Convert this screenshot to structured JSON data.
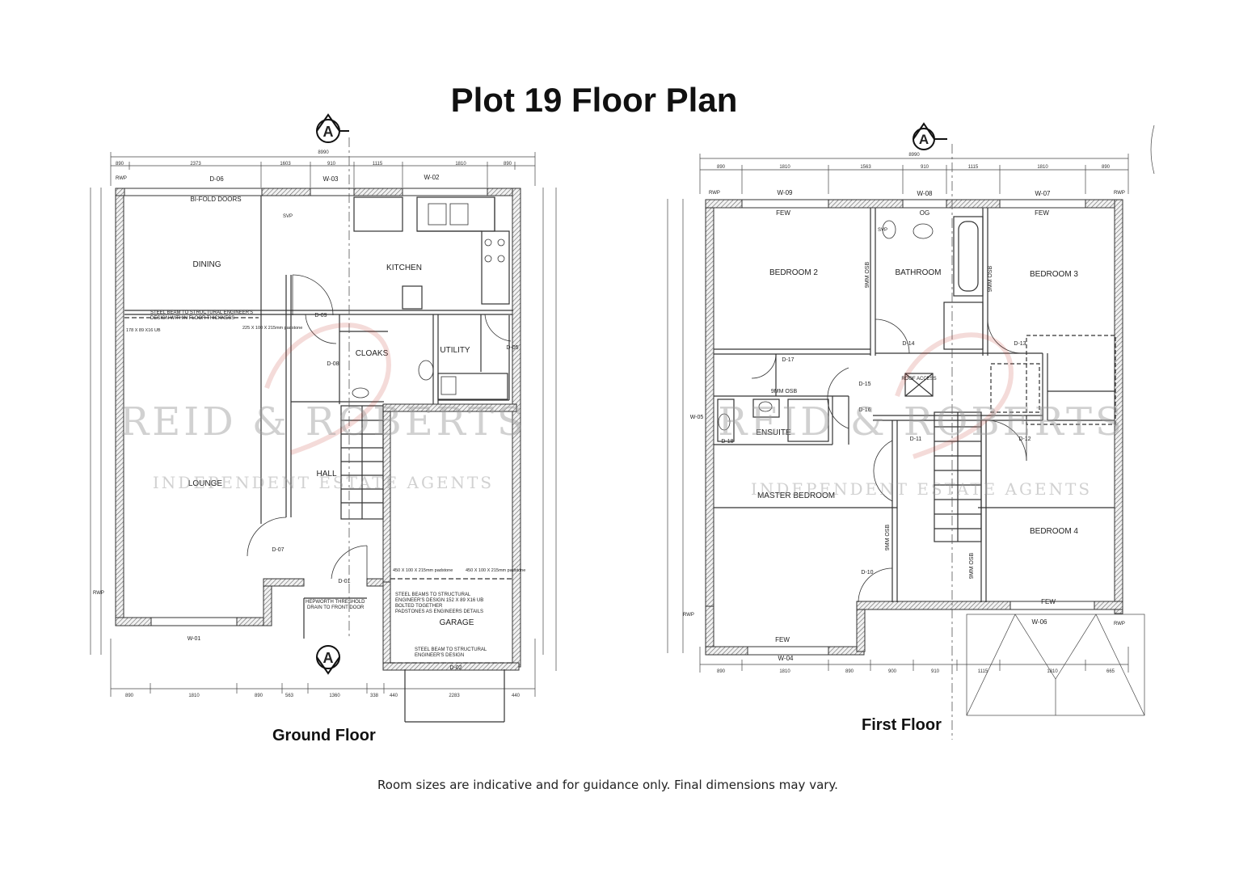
{
  "title": "Plot 19 Floor Plan",
  "footer_note": "Room sizes are indicative and for guidance only. Final dimensions may vary.",
  "section_marker": "A",
  "watermark": {
    "name": "REID & ROBERTS",
    "tagline": "INDEPENDENT ESTATE AGENTS",
    "color": "#c0392b"
  },
  "colors": {
    "wall": "#555555",
    "line": "#333333",
    "watermark": "#c0392b"
  },
  "ground_floor": {
    "label": "Ground Floor",
    "overall_width": "8990",
    "top_dims": [
      "890",
      "2373",
      "1603",
      "910",
      "1115",
      "1810",
      "890"
    ],
    "bottom_dims": [
      "890",
      "1810",
      "890",
      "563",
      "1360",
      "338",
      "440",
      "2283",
      "440"
    ],
    "rooms": {
      "dining": "DINING",
      "kitchen": "KITCHEN",
      "cloaks": "CLOAKS",
      "utility": "UTILITY",
      "lounge": "LOUNGE",
      "hall": "HALL",
      "garage": "GARAGE"
    },
    "labels": {
      "bifold": "BI-FOLD DOORS",
      "d06": "D-06",
      "w03": "W-03",
      "w02": "W-02",
      "d09": "D-09",
      "d08": "D-08",
      "d05": "D-05",
      "d07": "D-07",
      "d01": "D-01",
      "d02": "D-02",
      "w01": "W-01",
      "rwp": "RWP",
      "svp": "SVP",
      "steel1": "STEEL BEAM TO STRUCTURAL ENGINEER'S",
      "steel1b": "DESIGN WITHIN FLOOR THICKNESS",
      "padstone1": "225 X 100 X 215mm padstone",
      "beam_spec": "178 X 89 X16 UB",
      "steel2": "STEEL BEAMS TO STRUCTURAL",
      "steel2b": "ENGINEER'S DESIGN 152 X 89 X16 UB",
      "steel2c": "BOLTED TOGETHER",
      "steel2d": "PADSTONES AS ENGINEERS DETAILS",
      "steel3": "STEEL BEAM TO STRUCTURAL",
      "steel3b": "ENGINEER'S DESIGN",
      "threshold": "HEPWORTH THRESHOLD",
      "threshold_b": "DRAIN TO FRONT DOOR",
      "pad2": "450 X 100 X 215mm padstone",
      "pad3": "450 X 100 X 215mm padstone"
    }
  },
  "first_floor": {
    "label": "First Floor",
    "overall_width": "8990",
    "top_dims": [
      "890",
      "1810",
      "1563",
      "910",
      "1115",
      "1810",
      "890"
    ],
    "bottom_dims": [
      "890",
      "1810",
      "890",
      "900",
      "910",
      "1115",
      "1810",
      "665"
    ],
    "rooms": {
      "bedroom2": "BEDROOM 2",
      "bathroom": "BATHROOM",
      "bedroom3": "BEDROOM 3",
      "ensuite": "ENSUITE",
      "master": "MASTER BEDROOM",
      "bedroom4": "BEDROOM 4"
    },
    "labels": {
      "w09": "W-09",
      "w08": "W-08",
      "w07": "W-07",
      "w04": "W-04",
      "w06": "W-06",
      "w05": "W-05",
      "few": "FEW",
      "og": "OG",
      "d17": "D-17",
      "d14": "D-14",
      "d13": "D-13",
      "d15": "D-15",
      "d16": "D-16",
      "d11": "D-11",
      "d12": "D-12",
      "d10": "D-10",
      "d18": "D-18",
      "osb": "9MM OSB",
      "roof_access": "ROOF ACCESS",
      "rwp": "RWP",
      "svp": "SVP"
    }
  }
}
